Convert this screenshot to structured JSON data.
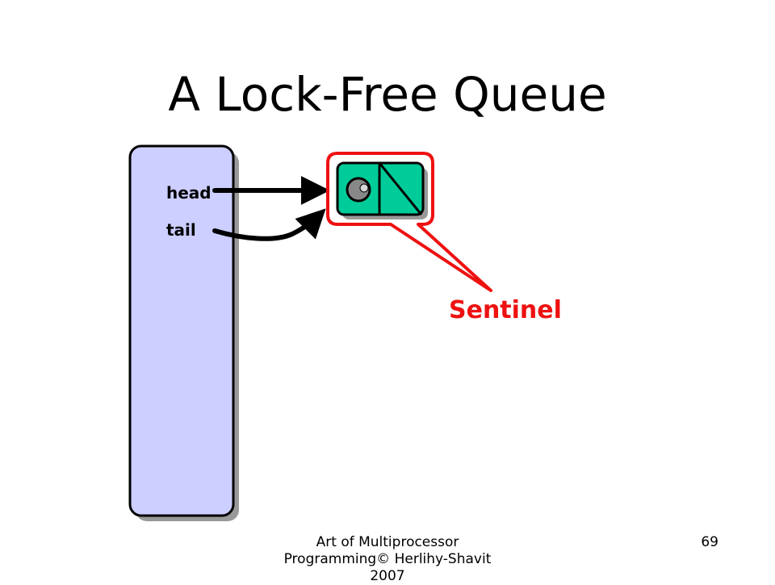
{
  "slide": {
    "title": "A Lock-Free Queue",
    "footer_line1": "Art of Multiprocessor",
    "footer_line2": "Programming© Herlihy-Shavit",
    "footer_line3": "2007",
    "page_number": "69"
  },
  "queue": {
    "head_label": "head",
    "tail_label": "tail"
  },
  "callout": {
    "label": "Sentinel"
  },
  "colors": {
    "queue_fill": "#cccfff",
    "node_fill": "#00cc99",
    "callout": "#ee1111",
    "arrow": "#000000",
    "shadow": "#999999"
  }
}
